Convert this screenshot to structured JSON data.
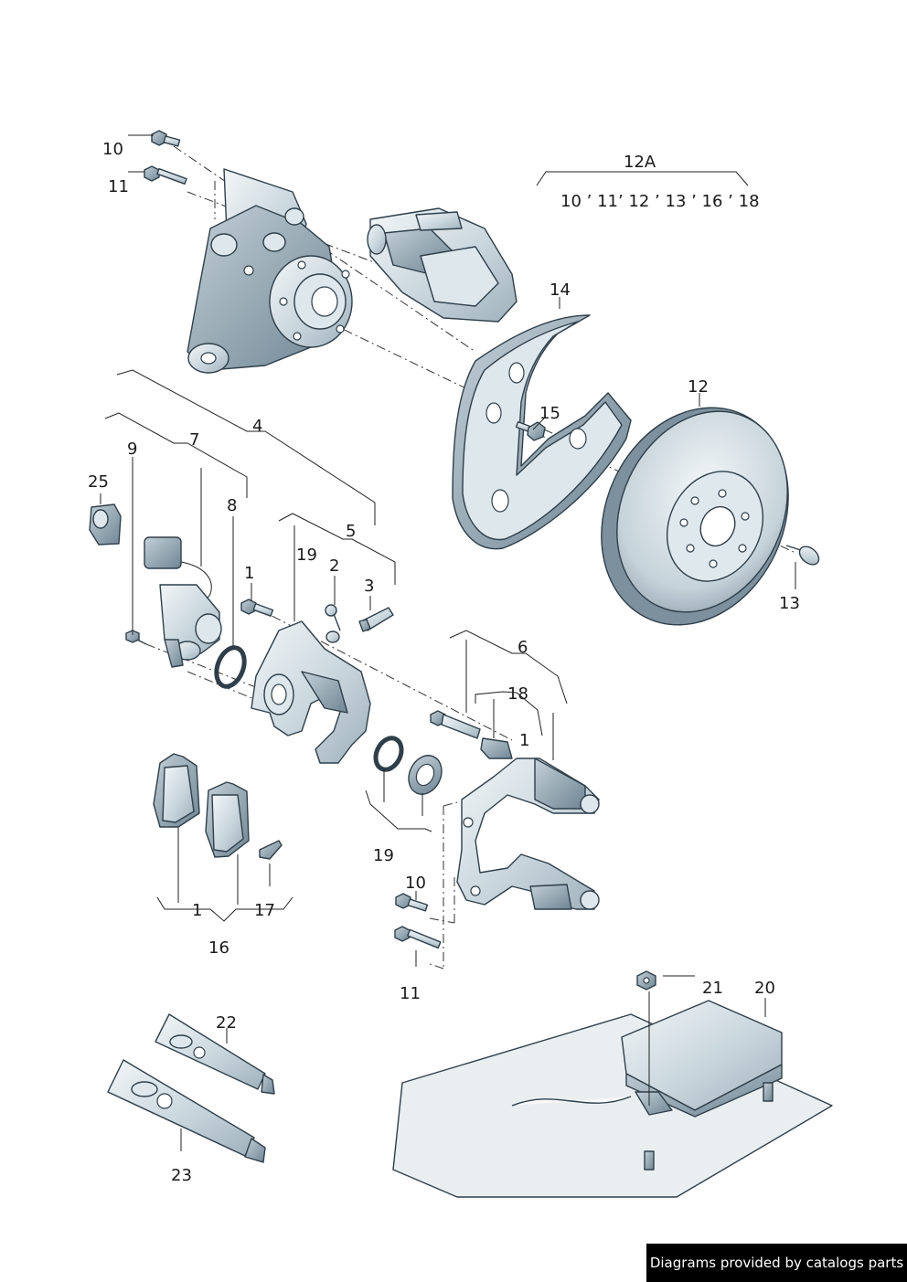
{
  "labels": {
    "l10a": "10",
    "l11a": "11",
    "l12A": "12A",
    "l12Asub": "10 ’ 11’ 12 ’ 13 ’ 16 ’ 18",
    "l14": "14",
    "l12": "12",
    "l15": "15",
    "l13": "13",
    "l4": "4",
    "l9": "9",
    "l7": "7",
    "l25": "25",
    "l8": "8",
    "l5": "5",
    "l19a": "19",
    "l2": "2",
    "l1a": "1",
    "l3": "3",
    "l6": "6",
    "l18": "18",
    "l1b": "1",
    "l19b": "19",
    "l10b": "10",
    "l1c": "1",
    "l17": "17",
    "l16": "16",
    "l11b": "11",
    "l21": "21",
    "l20": "20",
    "l22": "22",
    "l23": "23"
  },
  "footer": {
    "text": "Diagrams provided by catalogs parts"
  },
  "colors": {
    "metal": "#c9d6dd",
    "metal_dark": "#8ea1ad",
    "outline": "#2f3f4a",
    "footer_bg": "#000000"
  }
}
